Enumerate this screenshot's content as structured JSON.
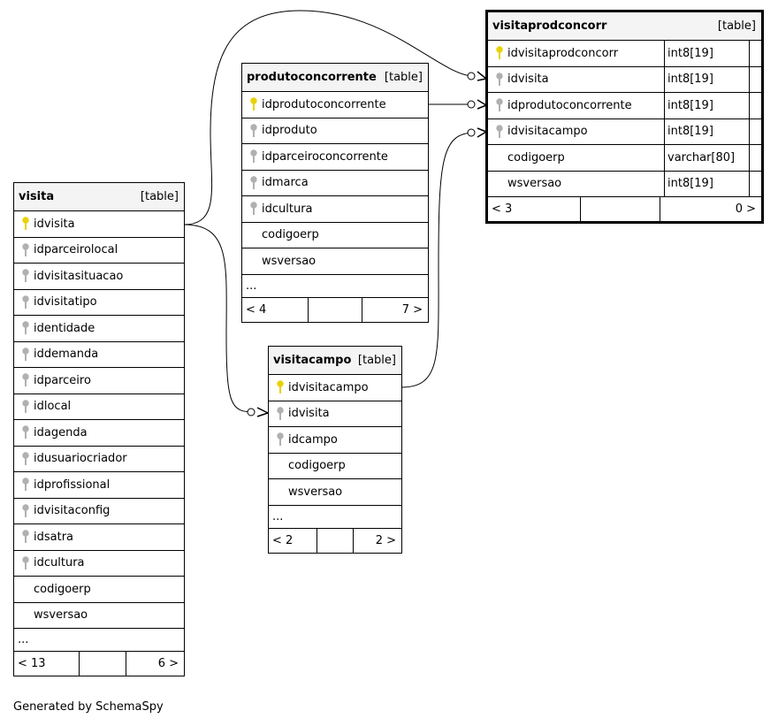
{
  "tables": {
    "visitaprodconcorr": {
      "name": "visitaprodconcorr",
      "kind": "[table]",
      "columns": [
        {
          "name": "idvisitaprodconcorr",
          "type": "int8[19]",
          "key": "primary"
        },
        {
          "name": "idvisita",
          "type": "int8[19]",
          "key": "foreign"
        },
        {
          "name": "idprodutoconcorrente",
          "type": "int8[19]",
          "key": "foreign"
        },
        {
          "name": "idvisitacampo",
          "type": "int8[19]",
          "key": "foreign"
        },
        {
          "name": "codigoerp",
          "type": "varchar[80]",
          "key": "none"
        },
        {
          "name": "wsversao",
          "type": "int8[19]",
          "key": "none"
        }
      ],
      "footer": {
        "parents": "< 3",
        "middle": "",
        "children": "0 >"
      }
    },
    "produtoconcorrente": {
      "name": "produtoconcorrente",
      "kind": "[table]",
      "columns": [
        {
          "name": "idprodutoconcorrente",
          "key": "primary"
        },
        {
          "name": "idproduto",
          "key": "foreign"
        },
        {
          "name": "idparceiroconcorrente",
          "key": "foreign"
        },
        {
          "name": "idmarca",
          "key": "foreign"
        },
        {
          "name": "idcultura",
          "key": "foreign"
        },
        {
          "name": "codigoerp",
          "key": "none"
        },
        {
          "name": "wsversao",
          "key": "none"
        }
      ],
      "ellipsis": "...",
      "footer": {
        "parents": "< 4",
        "middle": "",
        "children": "7 >"
      }
    },
    "visita": {
      "name": "visita",
      "kind": "[table]",
      "columns": [
        {
          "name": "idvisita",
          "key": "primary"
        },
        {
          "name": "idparceirolocal",
          "key": "foreign"
        },
        {
          "name": "idvisitasituacao",
          "key": "foreign"
        },
        {
          "name": "idvisitatipo",
          "key": "foreign"
        },
        {
          "name": "identidade",
          "key": "foreign"
        },
        {
          "name": "iddemanda",
          "key": "foreign"
        },
        {
          "name": "idparceiro",
          "key": "foreign"
        },
        {
          "name": "idlocal",
          "key": "foreign"
        },
        {
          "name": "idagenda",
          "key": "foreign"
        },
        {
          "name": "idusuariocriador",
          "key": "foreign"
        },
        {
          "name": "idprofissional",
          "key": "foreign"
        },
        {
          "name": "idvisitaconfig",
          "key": "foreign"
        },
        {
          "name": "idsatra",
          "key": "foreign"
        },
        {
          "name": "idcultura",
          "key": "foreign"
        },
        {
          "name": "codigoerp",
          "key": "none"
        },
        {
          "name": "wsversao",
          "key": "none"
        }
      ],
      "ellipsis": "...",
      "footer": {
        "parents": "< 13",
        "middle": "",
        "children": "6 >"
      }
    },
    "visitacampo": {
      "name": "visitacampo",
      "kind": "[table]",
      "columns": [
        {
          "name": "idvisitacampo",
          "key": "primary"
        },
        {
          "name": "idvisita",
          "key": "foreign"
        },
        {
          "name": "idcampo",
          "key": "foreign"
        },
        {
          "name": "codigoerp",
          "key": "none"
        },
        {
          "name": "wsversao",
          "key": "none"
        }
      ],
      "ellipsis": "...",
      "footer": {
        "parents": "< 2",
        "middle": "",
        "children": "2 >"
      }
    }
  },
  "credit": "Generated by SchemaSpy",
  "colors": {
    "primary_key": "#e8d200",
    "foreign_key": "#b0b0b0",
    "line": "#000000"
  }
}
